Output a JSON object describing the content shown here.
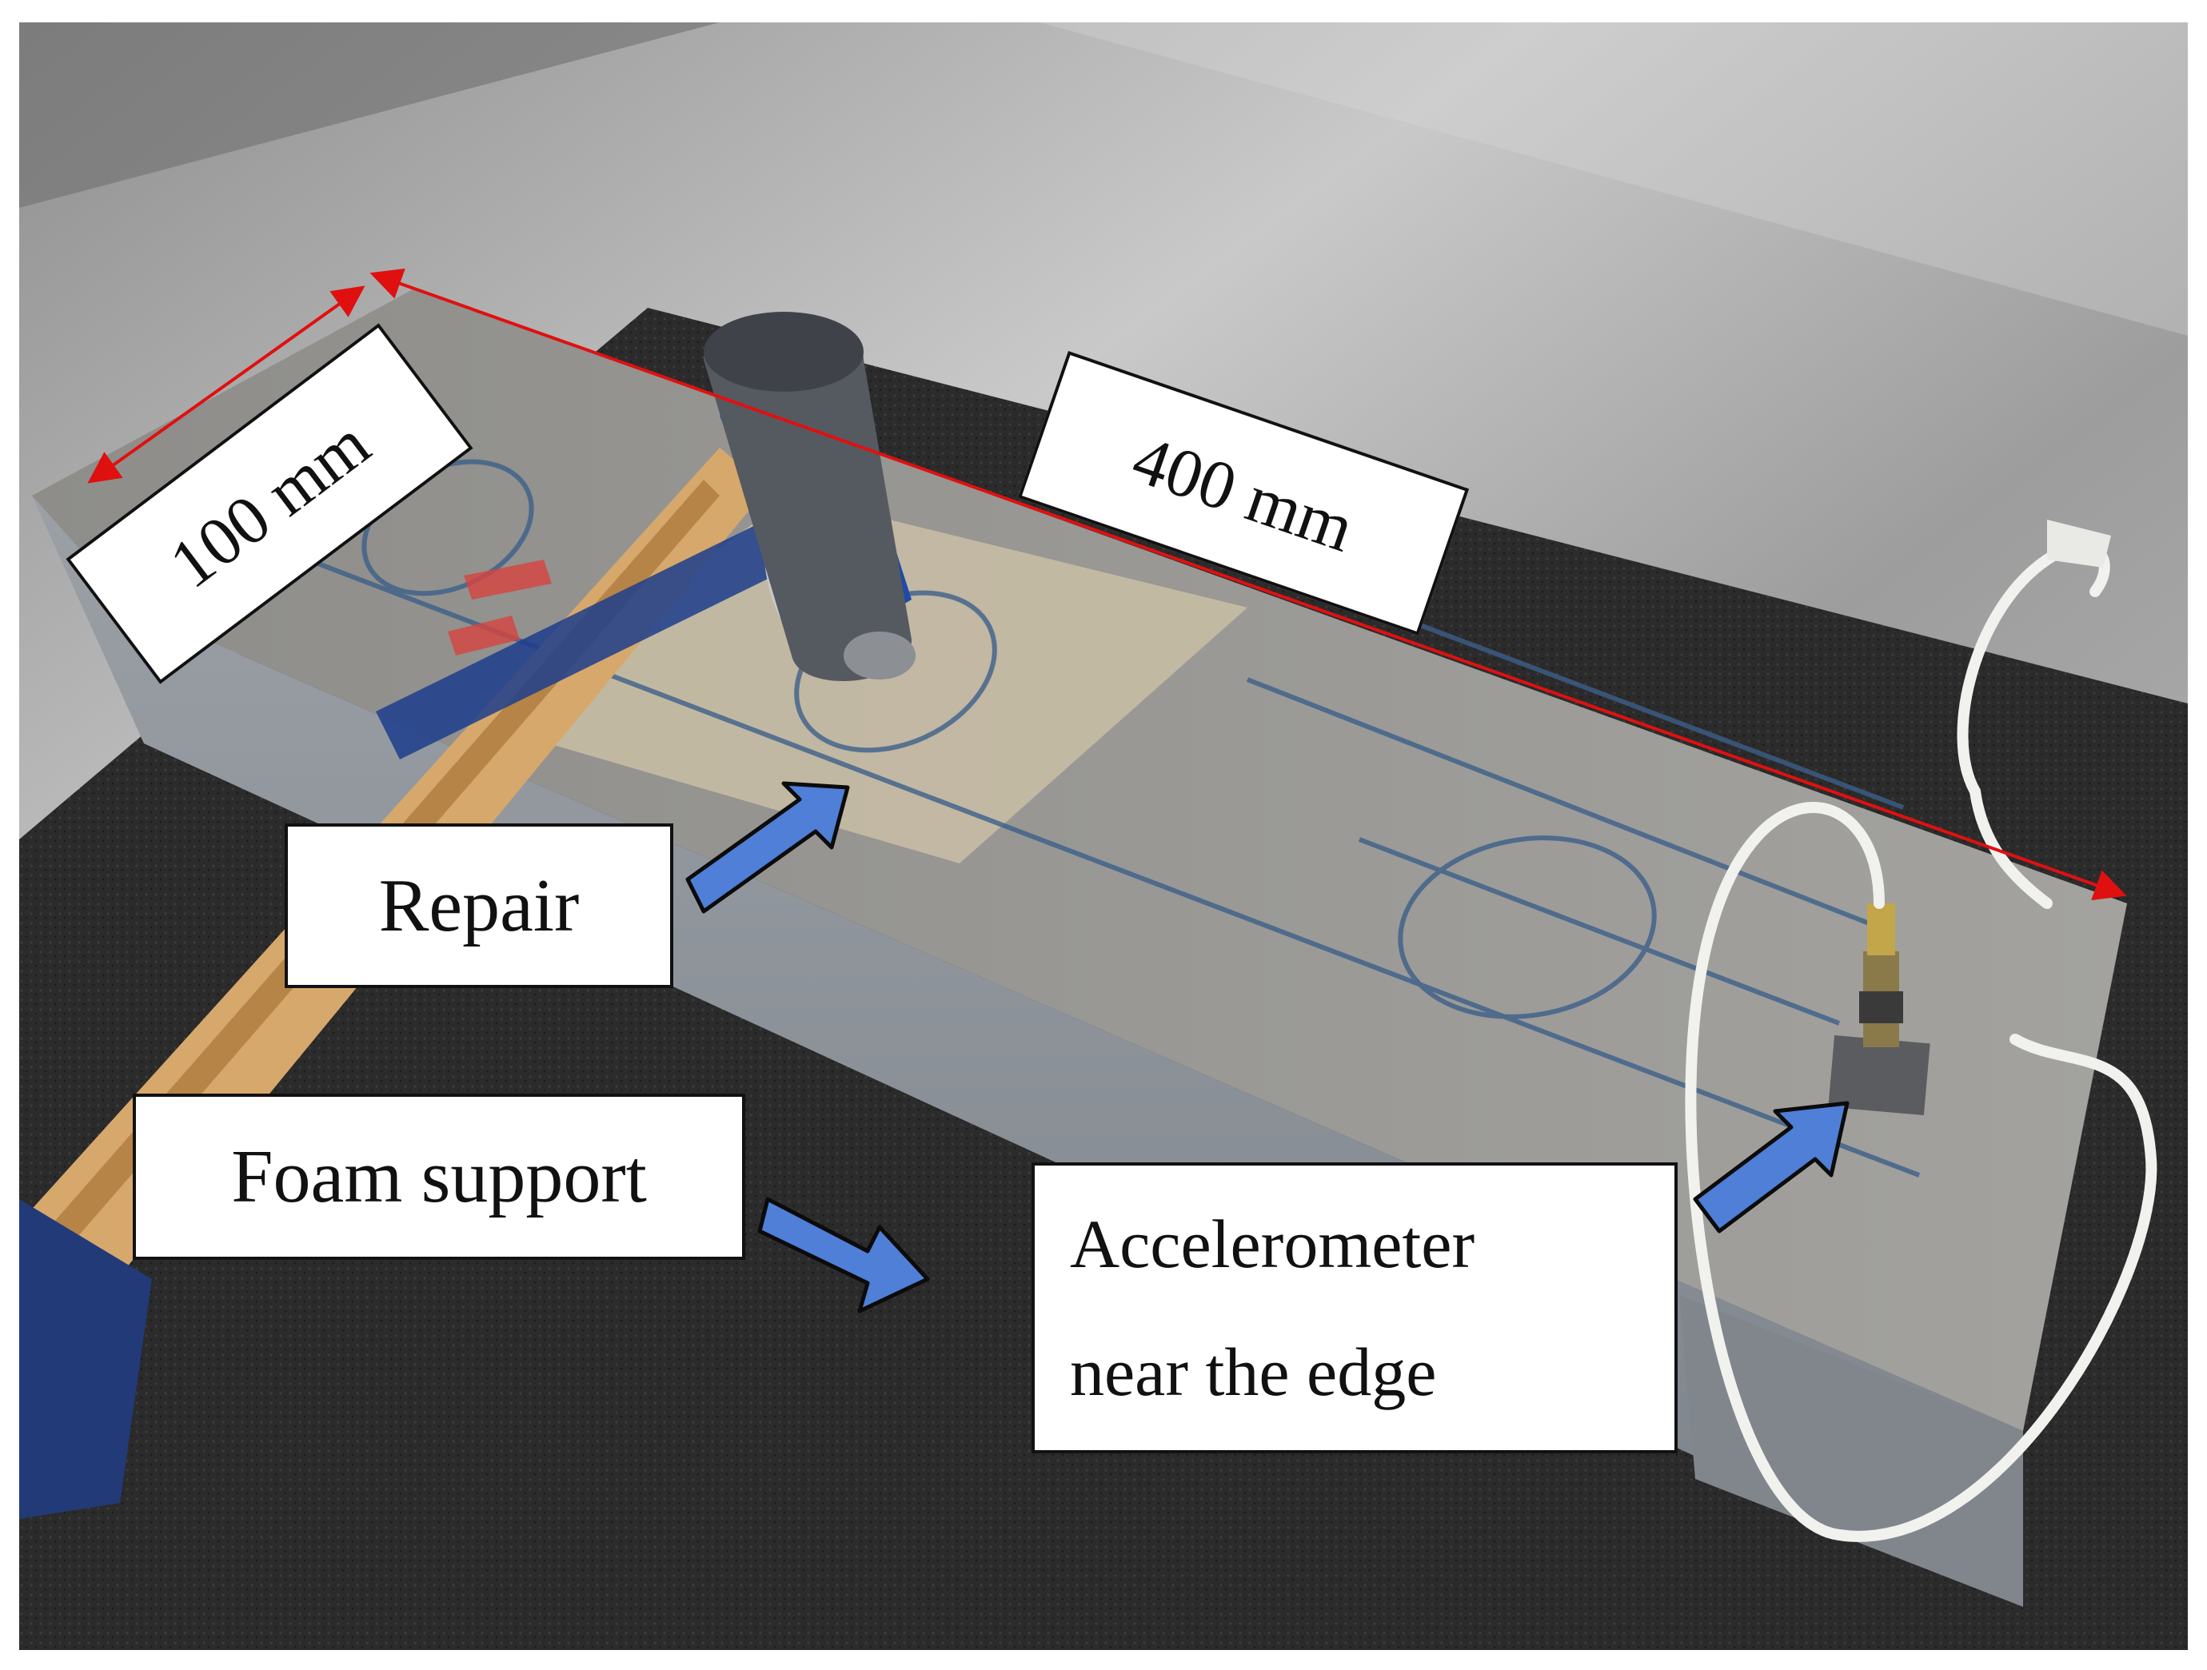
{
  "labels": {
    "width_dimension": "100 mm",
    "length_dimension": "400 mm",
    "repair": "Repair",
    "foam_support": "Foam support",
    "accelerometer_line1": "Accelerometer",
    "accelerometer_line2": "near the edge"
  },
  "colors": {
    "dimension_arrow": "#e01010",
    "pointer_arrow_fill": "#4f7fd6",
    "pointer_arrow_stroke": "#0b0b0b",
    "steel_bench": "#a8a8a8",
    "foam_mat": "#2a2a2a",
    "concrete": "#9a9a96",
    "repair_patch": "#c9bea6",
    "pencil_marks": "#3c5f8a"
  },
  "icons": [
    "hammer",
    "accelerometer",
    "cable"
  ]
}
